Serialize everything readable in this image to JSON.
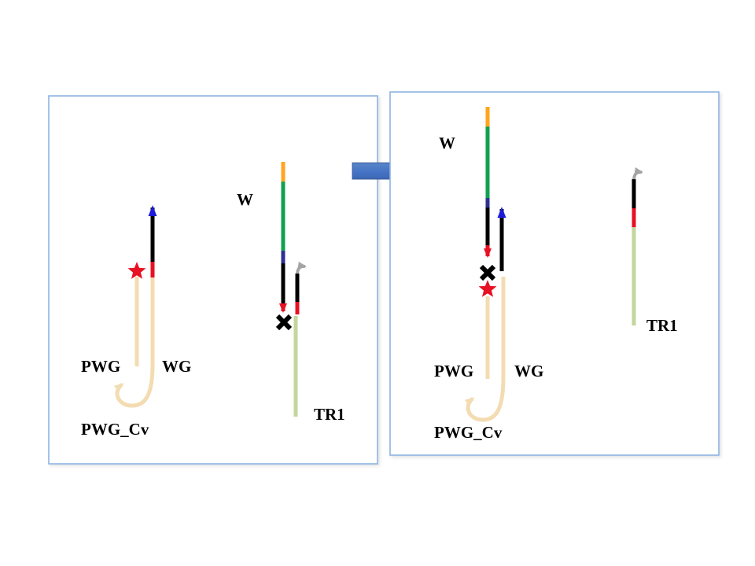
{
  "diagram": {
    "title_hint": "strand displacement reaction scheme",
    "panels": {
      "left": {
        "labels": {
          "pwg": "PWG",
          "wg": "WG",
          "pwg_cv": "PWG_Cv",
          "w": "W",
          "tr1": "TR1"
        }
      },
      "right": {
        "labels": {
          "pwg": "PWG",
          "wg": "WG",
          "pwg_cv": "PWG_Cv",
          "w": "W",
          "tr1": "TR1"
        }
      }
    },
    "colors": {
      "strand_wheat": "#F3DCB2",
      "strand_orange": "#FFA51E",
      "strand_green": "#12A150",
      "strand_pale_green": "#C3D69B",
      "strand_black": "#000000",
      "strand_navy": "#2E3192",
      "accent_red": "#E81123",
      "arrow_blue": "#1C1CD8",
      "arrow_gray": "#A5A5A5",
      "transition_arrow_blue": "#4472C4",
      "panel_border": "#8EB4E3"
    }
  }
}
